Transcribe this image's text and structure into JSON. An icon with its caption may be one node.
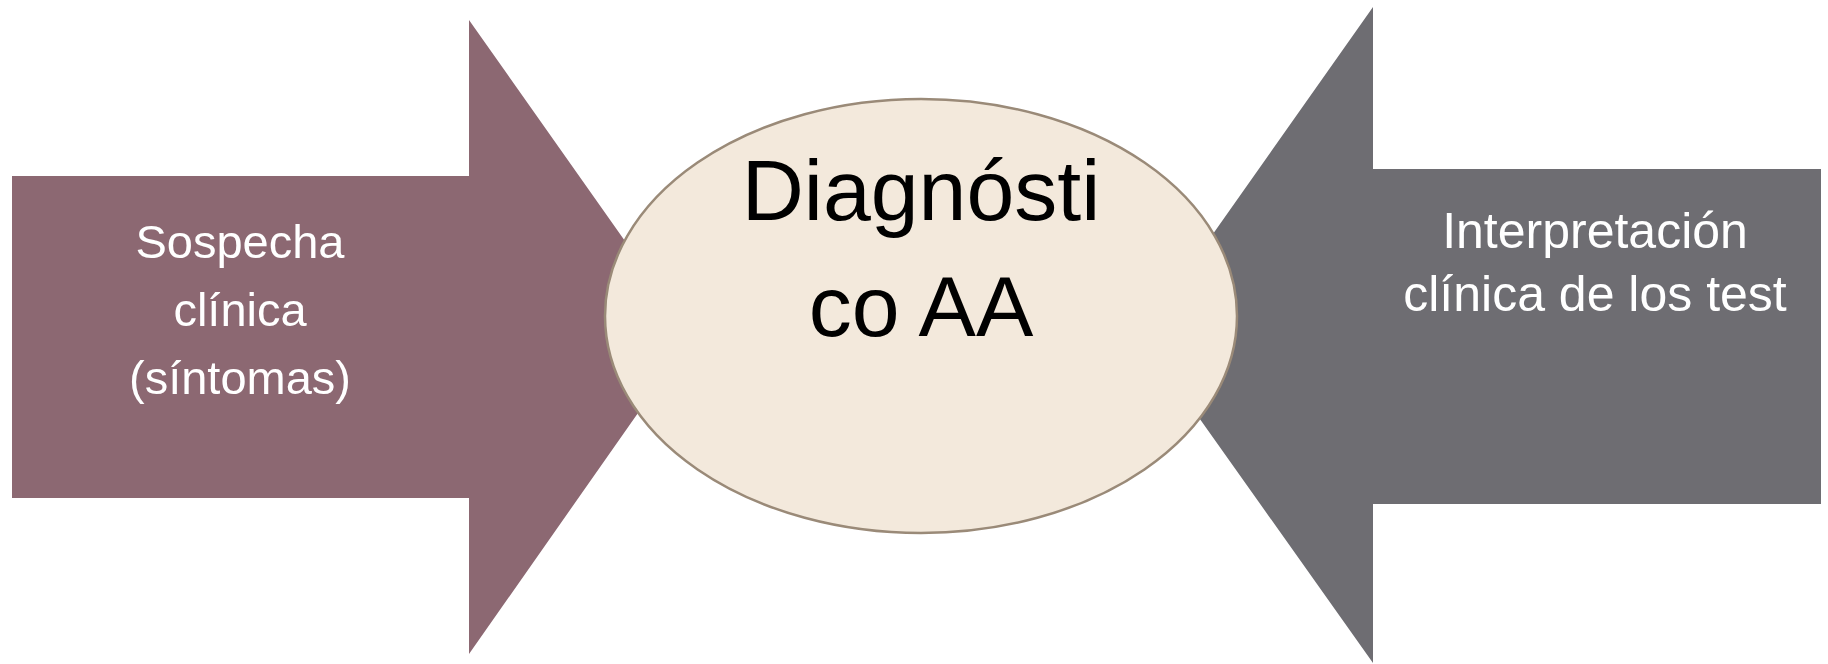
{
  "diagram": {
    "nodes": [
      {
        "text": [
          "Sospecha clínica (síntomas)"
        ]
      },
      {
        "text": [
          "Interpretación clínica de los test"
        ]
      },
      {
        "text": [
          "Diagnósti co AA"
        ]
      }
    ]
  }
}
